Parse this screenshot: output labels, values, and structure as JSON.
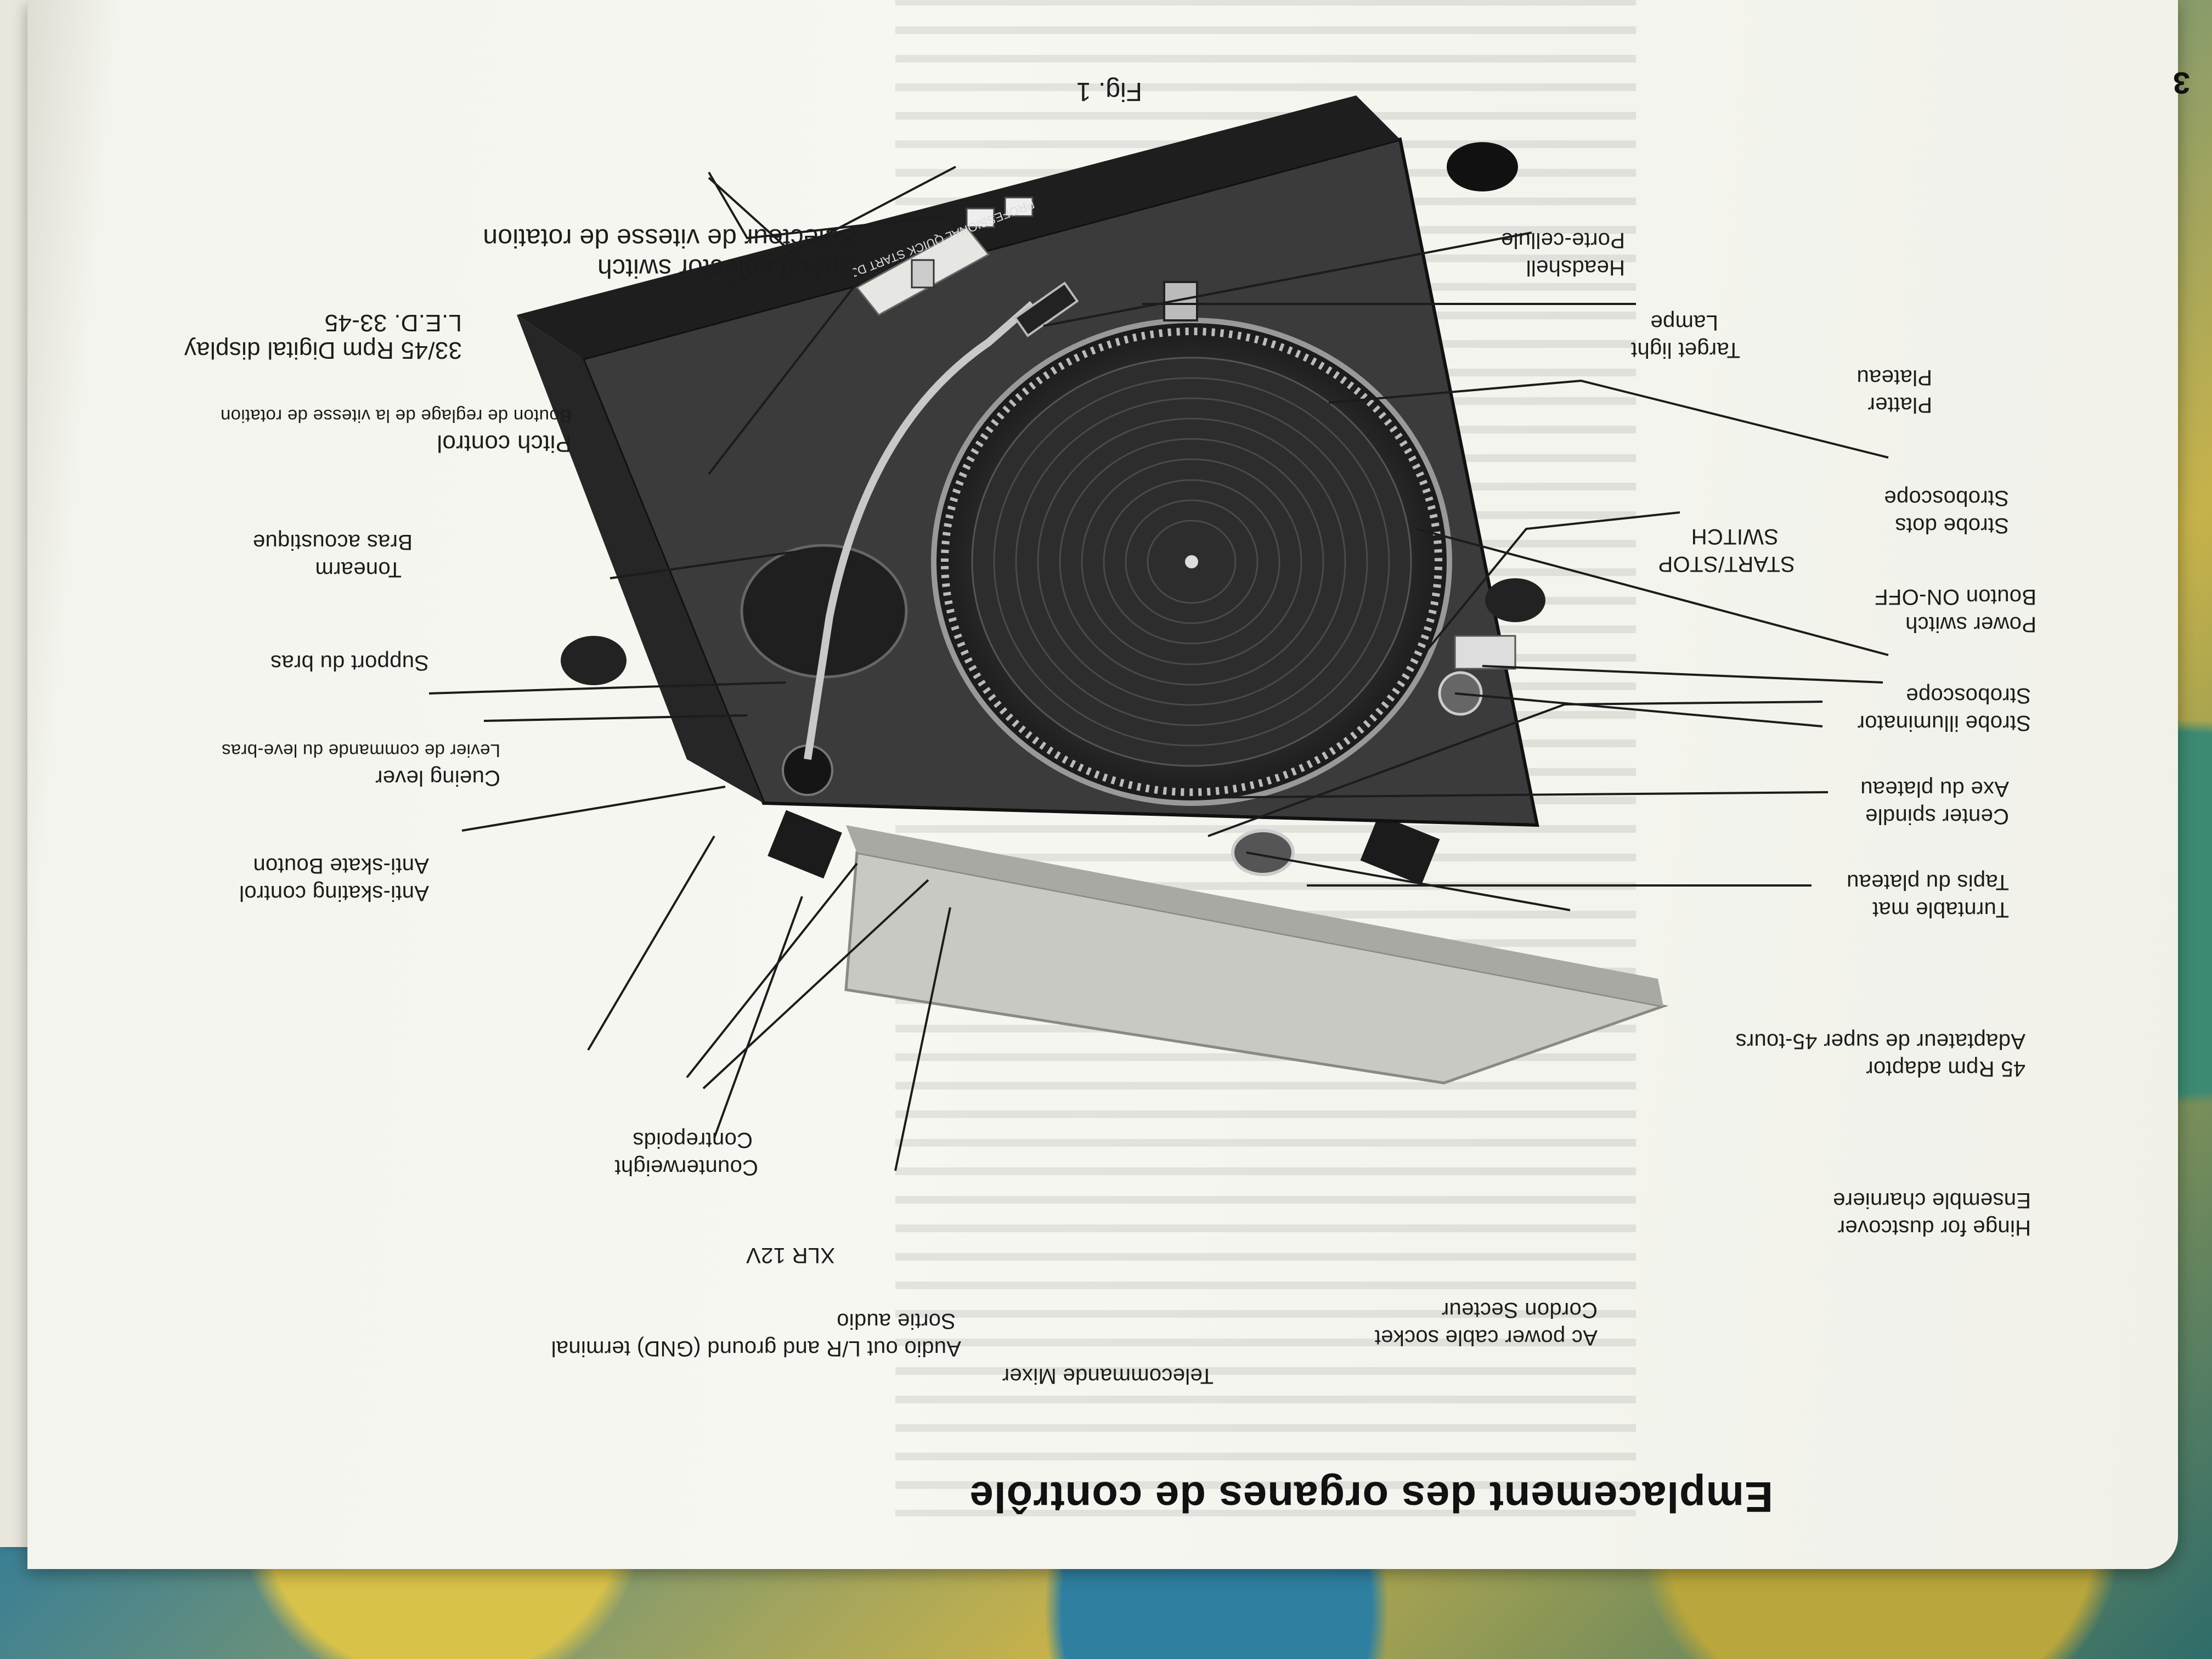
{
  "page": {
    "number": "3",
    "heading": "Emplacement des organes de contrôle",
    "figure_caption": "Fig. 1"
  },
  "labels": {
    "hinge_en": "Hinge for dustcover",
    "hinge_fr": "Ensemble charniere",
    "adaptor_en": "45 Rpm adaptor",
    "adaptor_fr": "Adaptateur de super 45-tours",
    "mat_en": "Turntable mat",
    "mat_fr": "Tapis du plateau",
    "spindle_en": "Center spindle",
    "spindle_fr": "Axe du plateau",
    "strobe_illum_en": "Strobe illuminator",
    "strobe_illum_fr": "Stroboscope",
    "power_en": "Power switch",
    "power_fr": "Bouton ON-OFF",
    "start_stop_1": "START/STOP",
    "start_stop_2": "SWITCH",
    "strobe_dots_en": "Strobe dots",
    "strobe_dots_fr": "Stroboscope",
    "platter_en": "Platter",
    "platter_fr": "Plateau",
    "target_en": "Target light",
    "target_fr": "Lampe",
    "headshell_en": "Headshell",
    "headshell_fr": "Porte-cellule",
    "speed_en": "Speed selector switch",
    "speed_fr": "Selecteur de vitesse de rotation",
    "digital_en": "33/45 Rpm Digital display",
    "digital_fr": "L.E.D. 33-45",
    "pitch_en": "Pitch control",
    "pitch_fr": "Bouton de reglage de la vitesse de rotation",
    "tonearm_en": "Tonearm",
    "tonearm_fr": "Bras acoustique",
    "armrest_fr": "Support du bras",
    "cueing_en": "Cueing lever",
    "cueing_fr": "Levier de commande du leve-bras",
    "antiskate_en": "Anti-skating control",
    "antiskate_fr": "Anti-skate Bouton",
    "counterweight_en": "Counterweight",
    "counterweight_fr": "Contrepoids",
    "xlr": "XLR 12V",
    "audio_en": "Audio out L/R and ground (GND) terminal",
    "audio_fr": "Sortie audio",
    "telecommande": "Telecommande Mixer",
    "ac_en": "Ac power cable socket",
    "ac_fr": "Cordon Secteur"
  },
  "device_marking": "PROFESSIONAL QUICK START DJ",
  "colors": {
    "paper": "#f4f4ee",
    "ink": "#1c1c1c",
    "turntable_body": "#3b3b3b",
    "platter": "#2a2a2a",
    "dustcover": "#c9c9c4"
  }
}
